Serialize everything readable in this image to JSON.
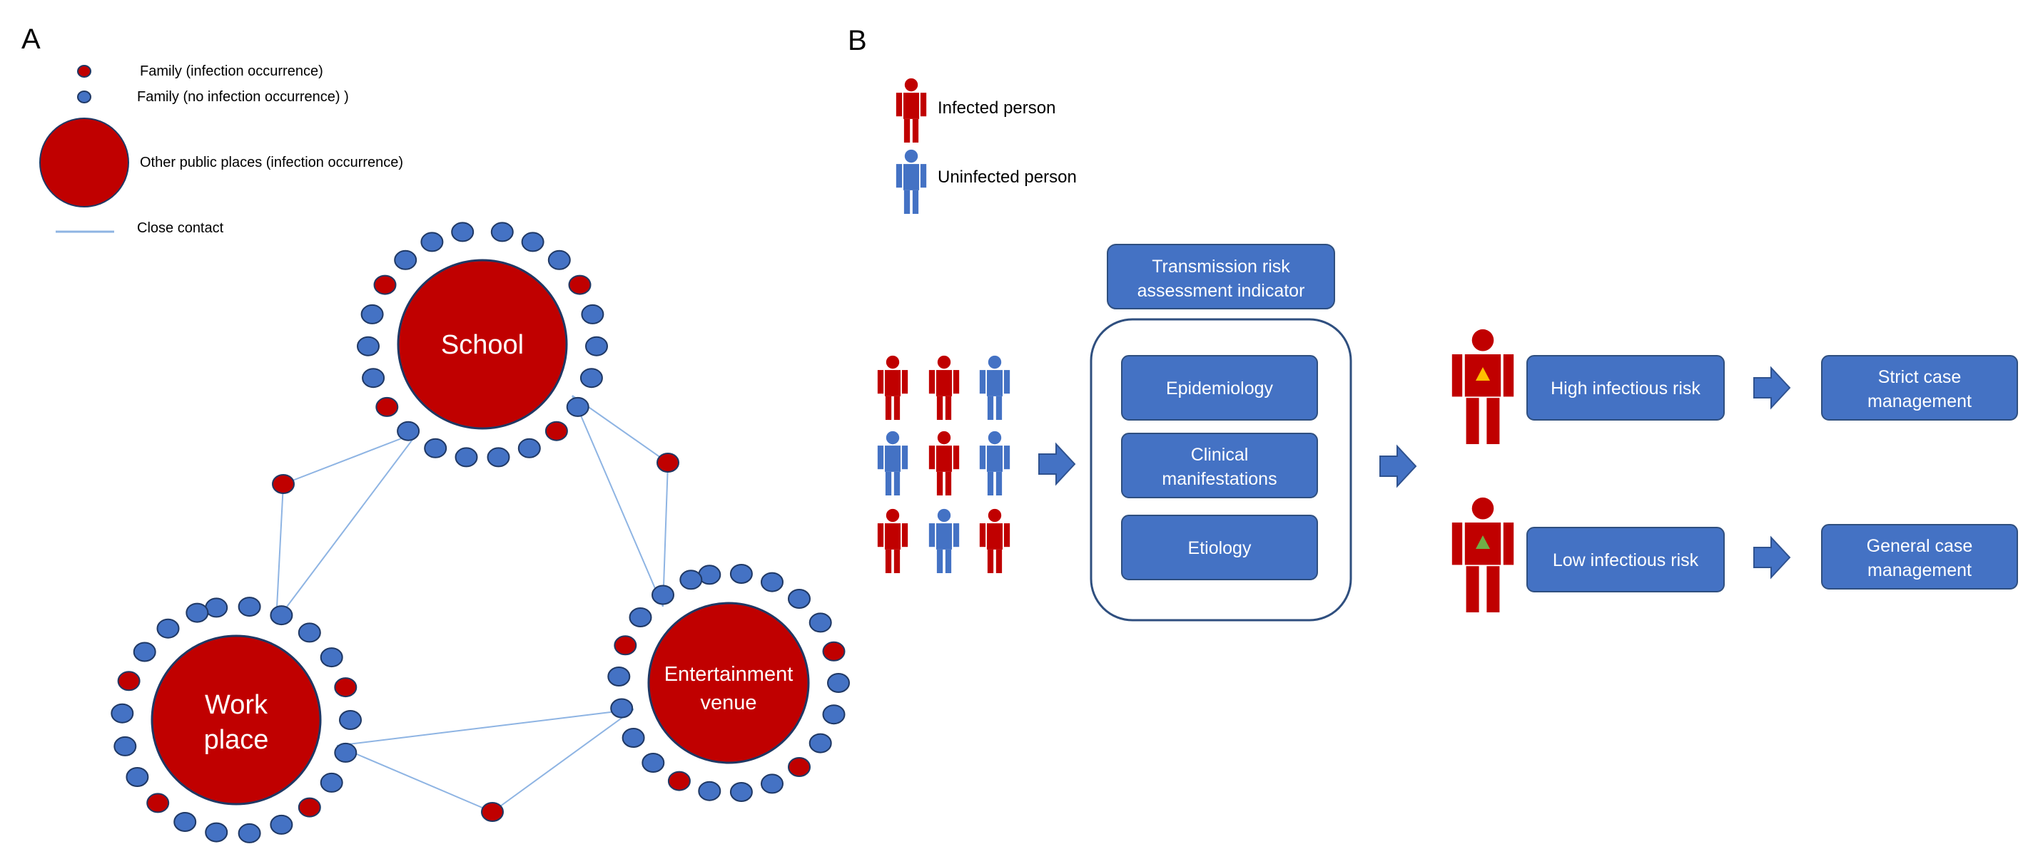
{
  "panel_a": {
    "label": "A",
    "legend": {
      "family_infected": "Family (infection occurrence)",
      "family_not_infected": "Family (no infection occurrence) )",
      "public_place": "Other public places (infection occurrence)",
      "close_contact": "Close contact"
    },
    "places": {
      "school": [
        "School"
      ],
      "workplace": [
        "Work",
        "place"
      ],
      "entertainment": [
        "Entertainment",
        "venue"
      ]
    }
  },
  "panel_b": {
    "label": "B",
    "legend": {
      "infected": "Infected person",
      "uninfected": "Uninfected person"
    },
    "indicator_title": [
      "Transmission risk",
      "assessment indicator"
    ],
    "indicators": [
      [
        "Epidemiology"
      ],
      [
        "Clinical",
        "manifestations"
      ],
      [
        "Etiology"
      ]
    ],
    "outcomes": {
      "high_risk": "High infectious risk",
      "low_risk": "Low infectious risk",
      "strict": [
        "Strict case",
        "management"
      ],
      "general": [
        "General case",
        "management"
      ]
    },
    "population_grid": [
      [
        "infected",
        "infected",
        "uninfected"
      ],
      [
        "uninfected",
        "infected",
        "uninfected"
      ],
      [
        "infected",
        "uninfected",
        "infected"
      ]
    ]
  },
  "colors": {
    "infected_red": "#c00000",
    "uninfected_blue": "#4472c4",
    "box_blue": "#4472c4",
    "outline_navy": "#2f4f7f",
    "contact_line": "#8eb4e3",
    "triangle_high": "#ffc000",
    "triangle_low": "#70ad47"
  }
}
